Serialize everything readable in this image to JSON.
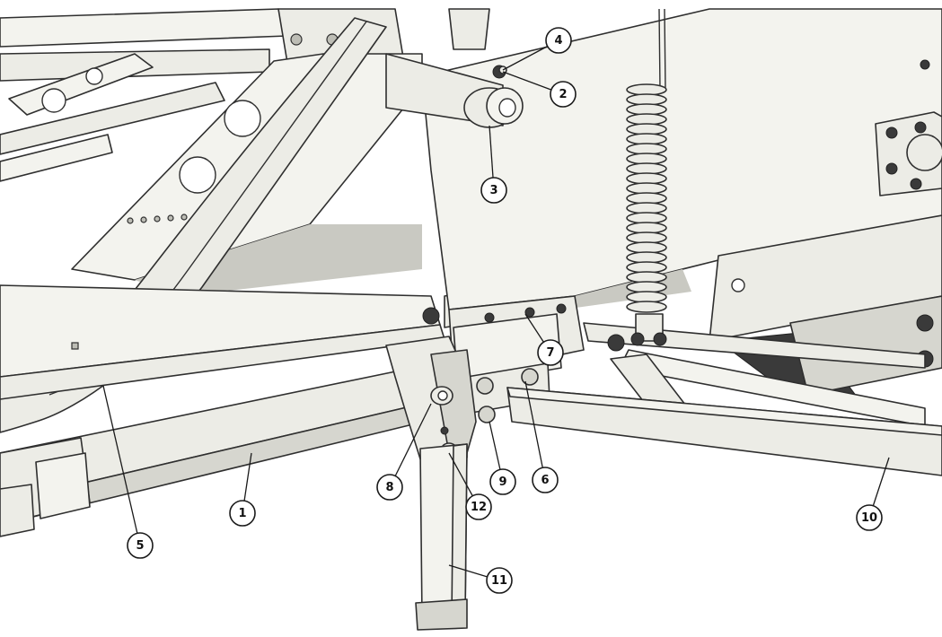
{
  "callouts": [
    {
      "id": "c1",
      "label": "1",
      "icon": "callout-circle"
    },
    {
      "id": "c2",
      "label": "2",
      "icon": "callout-circle"
    },
    {
      "id": "c3",
      "label": "3",
      "icon": "callout-circle"
    },
    {
      "id": "c4",
      "label": "4",
      "icon": "callout-circle"
    },
    {
      "id": "c5",
      "label": "5",
      "icon": "callout-circle"
    },
    {
      "id": "c6",
      "label": "6",
      "icon": "callout-circle"
    },
    {
      "id": "c7",
      "label": "7",
      "icon": "callout-circle"
    },
    {
      "id": "c8",
      "label": "8",
      "icon": "callout-circle"
    },
    {
      "id": "c9",
      "label": "9",
      "icon": "callout-circle"
    },
    {
      "id": "c10",
      "label": "10",
      "icon": "callout-circle"
    },
    {
      "id": "c11",
      "label": "11",
      "icon": "callout-circle"
    },
    {
      "id": "c12",
      "label": "12",
      "icon": "callout-circle"
    }
  ],
  "colors": {
    "part_fill": "#ecece6",
    "outline": "#2f2f2f",
    "background": "#ffffff"
  }
}
